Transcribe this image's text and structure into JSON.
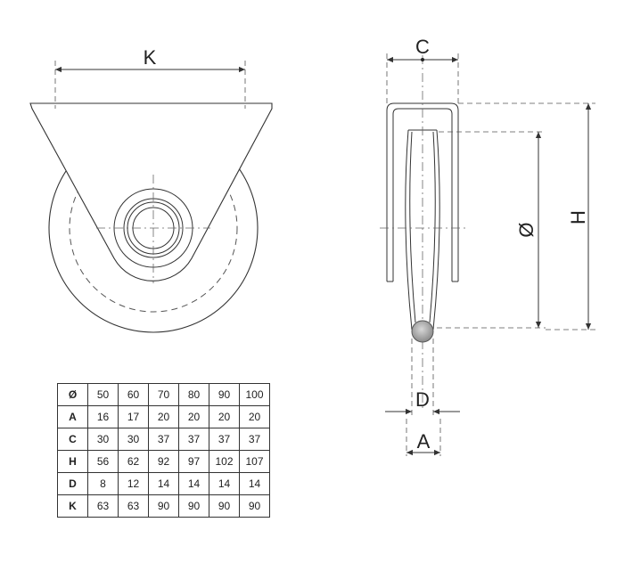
{
  "labels": {
    "k": "K",
    "c": "C",
    "diameter": "Ø",
    "h": "H",
    "d": "D",
    "a": "A"
  },
  "table": {
    "rows": [
      {
        "key": "Ø",
        "values": [
          "50",
          "60",
          "70",
          "80",
          "90",
          "100"
        ]
      },
      {
        "key": "A",
        "values": [
          "16",
          "17",
          "20",
          "20",
          "20",
          "20"
        ]
      },
      {
        "key": "C",
        "values": [
          "30",
          "30",
          "37",
          "37",
          "37",
          "37"
        ]
      },
      {
        "key": "H",
        "values": [
          "56",
          "62",
          "92",
          "97",
          "102",
          "107"
        ]
      },
      {
        "key": "D",
        "values": [
          "8",
          "12",
          "14",
          "14",
          "14",
          "14"
        ]
      },
      {
        "key": "K",
        "values": [
          "63",
          "63",
          "90",
          "90",
          "90",
          "90"
        ]
      }
    ]
  }
}
